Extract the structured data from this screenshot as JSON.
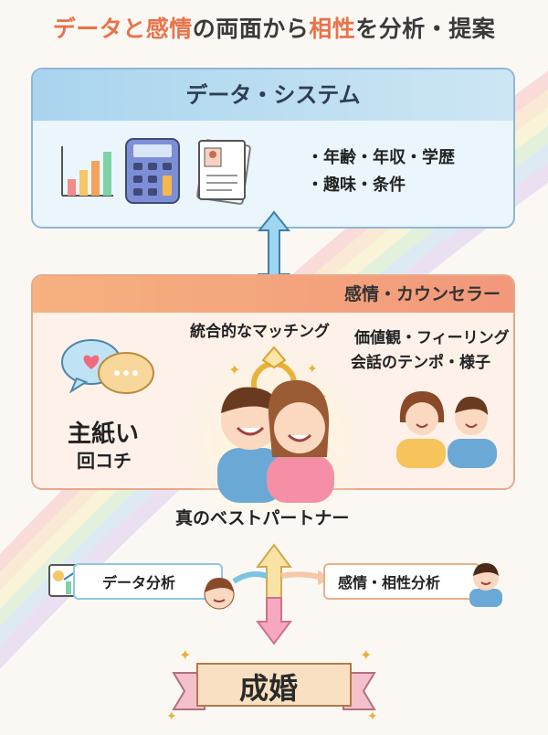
{
  "title_part1": "データと感情",
  "title_part2": "の両面から",
  "title_part3": "相性",
  "title_part4": "を分析・提案",
  "data_system": {
    "header": "データ・システム",
    "items": [
      "・年齢・年収・学歴",
      "・趣味・条件"
    ]
  },
  "emotion": {
    "header": "感情・カウンセラー",
    "integrated": "統合的なマッチング",
    "values_line1": "価値観・フィーリング",
    "values_line2": "会話のテンポ・様子",
    "note_line1": "主紙い",
    "note_line2": "回コチ",
    "best_partner": "真のベストパートナー"
  },
  "bottom": {
    "data_analysis": "データ分析",
    "emotion_analysis": "感情・相性分析",
    "marriage": "成婚"
  },
  "colors": {
    "accent": "#e8734a",
    "blue": "#8fb6d8",
    "orange": "#f2987b",
    "arrow_blue": "#7cc4e4",
    "arrow_pink": "#f29bb3"
  }
}
